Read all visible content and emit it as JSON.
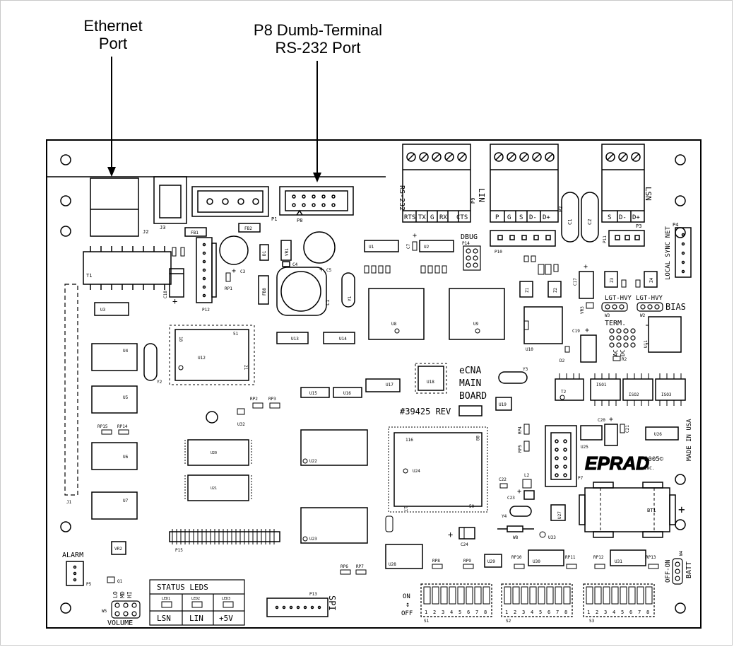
{
  "callouts": {
    "ethernet_line1": "Ethernet",
    "ethernet_line2": "Port",
    "rs232_line1": "P8 Dumb-Terminal",
    "rs232_line2": "RS-232 Port"
  },
  "board": {
    "name_line1": "eCNA",
    "name_line2": "MAIN",
    "name_line3": "BOARD",
    "part_number": "#39425 REV",
    "made_in": "MADE IN USA",
    "year": "2005©",
    "brand": "EPRAD",
    "brand_suffix": "INC."
  },
  "terminals": {
    "rs232_label": "RS-232",
    "rs232_pins": [
      "RTS",
      "TX",
      "G",
      "RX",
      "CTS"
    ],
    "lin_label": "LIN",
    "lin_pins": [
      "P",
      "G",
      "S",
      "D-",
      "D+"
    ],
    "lsn_label": "LSN",
    "lsn_pins": [
      "S",
      "D-",
      "D+"
    ]
  },
  "silkscreen": {
    "dbug": "DBUG",
    "local_sync_net": "LOCAL SYNC NET",
    "bias": "BIAS",
    "lgt_hvy_1": "LGT-HVY",
    "lgt_hvy_2": "LGT-HVY",
    "term": "TERM.",
    "ac": "AC",
    "dc": "DC",
    "alarm": "ALARM",
    "volume": "VOLUME",
    "lo": "LO",
    "md": "MD",
    "hi": "HI",
    "spi": "SPI",
    "on": "ON",
    "off": "OFF",
    "off_on": "OFF-ON",
    "batt": "BATT"
  },
  "status_leds": {
    "title": "STATUS  LEDS",
    "leds": [
      {
        "ref": "LED1",
        "label": "LSN"
      },
      {
        "ref": "LED2",
        "label": "LIN"
      },
      {
        "ref": "LED3",
        "label": "+5V"
      }
    ]
  },
  "refs": {
    "J2": "J2",
    "J3": "J3",
    "P1": "P1",
    "P8": "P8",
    "P9": "P9",
    "P2": "P2",
    "P3": "P3",
    "P4": "P4",
    "C1": "C1",
    "C2": "C2",
    "P10": "P10",
    "P11": "P11",
    "P14": "P14",
    "T1": "T1",
    "FB1": "FB1",
    "FB2": "FB2",
    "P12": "P12",
    "C18": "C18",
    "RP1": "RP1",
    "C3": "C3",
    "VR1": "VR1",
    "D1": "D1",
    "L1": "L1",
    "C5": "C5",
    "C4": "C4",
    "FB8": "FB8",
    "Y1": "Y1",
    "U1": "U1",
    "U2": "U2",
    "C7": "C7",
    "U3": "U3",
    "U4": "U4",
    "U5": "U5",
    "U6": "U6",
    "U7": "U7",
    "J1": "J1",
    "U12": "U12",
    "Y2": "Y2",
    "U13": "U13",
    "U14": "U14",
    "U8": "U8",
    "U9": "U9",
    "U10": "U10",
    "U11": "U11",
    "Z1": "Z1",
    "Z2": "Z2",
    "Z3": "Z3",
    "Z4": "Z4",
    "C17": "C17",
    "C19": "C19",
    "VR3": "VR3",
    "W3": "W3",
    "W2": "W2",
    "D2": "D2",
    "R2": "R2",
    "U15": "U15",
    "U16": "U16",
    "U17": "U17",
    "U18": "U18",
    "Y3": "Y3",
    "T2": "T2",
    "ISO1": "ISO1",
    "ISO2": "ISO2",
    "ISO3": "ISO3",
    "U19": "U19",
    "RP2": "RP2",
    "RP3": "RP3",
    "U32": "U32",
    "RP15": "RP15",
    "RP14": "RP14",
    "U20": "U20",
    "U21": "U21",
    "U22": "U22",
    "U23": "U23",
    "U24": "U24",
    "RP4": "RP4",
    "RP5": "RP5",
    "P7": "P7",
    "C20": "C20",
    "C21": "C21",
    "U25": "U25",
    "U26": "U26",
    "C22": "C22",
    "L2": "L2",
    "C23": "C23",
    "Y4": "Y4",
    "U27": "U27",
    "BT1": "BT1",
    "W8": "W8",
    "U33": "U33",
    "C24": "C24",
    "P15": "P15",
    "VR2": "VR2",
    "P5": "P5",
    "Q1": "Q1",
    "W5": "W5",
    "U28": "U28",
    "RP6": "RP6",
    "RP7": "RP7",
    "RP8": "RP8",
    "RP9": "RP9",
    "U29": "U29",
    "RP10": "RP10",
    "U30": "U30",
    "RP11": "RP11",
    "RP12": "RP12",
    "U31": "U31",
    "RP13": "RP13",
    "P13": "P13",
    "S1": "S1",
    "S2": "S2",
    "S3": "S3",
    "W4": "W4",
    "qfp_pin_116": "116",
    "qfp_pin_88": "88",
    "qfp_pin_17": "17",
    "qfp_pin_50": "50",
    "plcc_pin_18": "18",
    "plcc_pin_51": "51",
    "plcc_pin_21": "21",
    "dip_numbers": [
      "1",
      "2",
      "3",
      "4",
      "5",
      "6",
      "7",
      "8"
    ]
  }
}
